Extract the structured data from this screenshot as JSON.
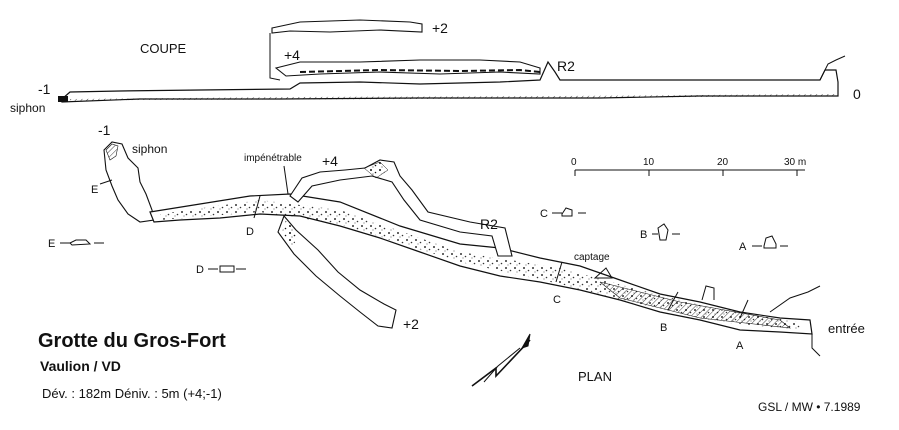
{
  "title": "Grotte du Gros-Fort",
  "subtitle": "Vaulion / VD",
  "stats": "Dév. : 182m  Déniv. : 5m (+4;-1)",
  "credit": "GSL / MW • 7.1989",
  "section": {
    "heading": "COUPE",
    "label_minus1": "-1",
    "label_siphon": "siphon",
    "label_plus2": "+2",
    "label_plus4": "+4",
    "label_r2": "R2",
    "label_zero": "0"
  },
  "plan": {
    "heading": "PLAN",
    "label_minus1": "-1",
    "label_siphon": "siphon",
    "label_impenetrable": "impénétrable",
    "label_plus4": "+4",
    "label_plus2": "+2",
    "label_r2": "R2",
    "label_captage": "captage",
    "label_entree": "entrée",
    "section_marks": {
      "a": "A",
      "b": "B",
      "c": "C",
      "d": "D",
      "e": "E"
    },
    "profiles": {
      "a": "A",
      "b": "B",
      "c": "C",
      "d": "D",
      "e": "E"
    }
  },
  "scale": {
    "ticks": [
      "0",
      "10",
      "20",
      "30 m"
    ]
  },
  "colors": {
    "ink": "#111111",
    "fill": "#ffffff"
  }
}
